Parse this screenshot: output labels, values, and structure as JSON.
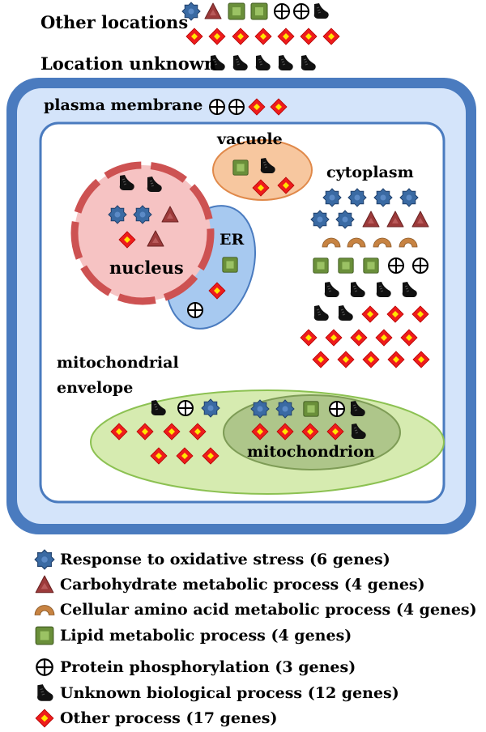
{
  "header": {
    "other_locations": "Other locations",
    "location_unknown": "Location unknown"
  },
  "compartments": {
    "plasma_membrane": "plasma membrane",
    "vacuole": "vacuole",
    "cytoplasm": "cytoplasm",
    "nucleus": "nucleus",
    "er": "ER",
    "mito_envelope_line1": "mitochondrial",
    "mito_envelope_line2": "envelope",
    "mitochondrion": "mitochondrion"
  },
  "legend": [
    {
      "icon": "star-icon",
      "label": "Response to oxidative stress (6 genes)"
    },
    {
      "icon": "triangle-icon",
      "label": "Carbohydrate metabolic process (4 genes)"
    },
    {
      "icon": "arc-icon",
      "label": "Cellular amino acid metabolic process (4 genes)"
    },
    {
      "icon": "square-icon",
      "label": "Lipid metabolic process (4 genes)"
    },
    {
      "icon": "circle-plus-icon",
      "label": "Protein phosphorylation (3 genes)"
    },
    {
      "icon": "shoe-icon",
      "label": "Unknown biological process (12 genes)"
    },
    {
      "icon": "diamond-icon",
      "label": "Other process (17 genes)"
    }
  ],
  "colors": {
    "cell_border": "#4a7bbf",
    "cell_fill": "#d4e4fa",
    "nucleus_fill": "#f6c3c3",
    "nucleus_border": "#cd5252",
    "er_fill": "#a7c9f0",
    "vacuole_fill": "#f7c79f",
    "mito_fill": "#d6ebb0",
    "star": "#3a6aa3",
    "triangle": "#9c3a3a",
    "arc": "#c78342",
    "square": "#6a8f3a",
    "diamond": "#ee1c1c"
  }
}
